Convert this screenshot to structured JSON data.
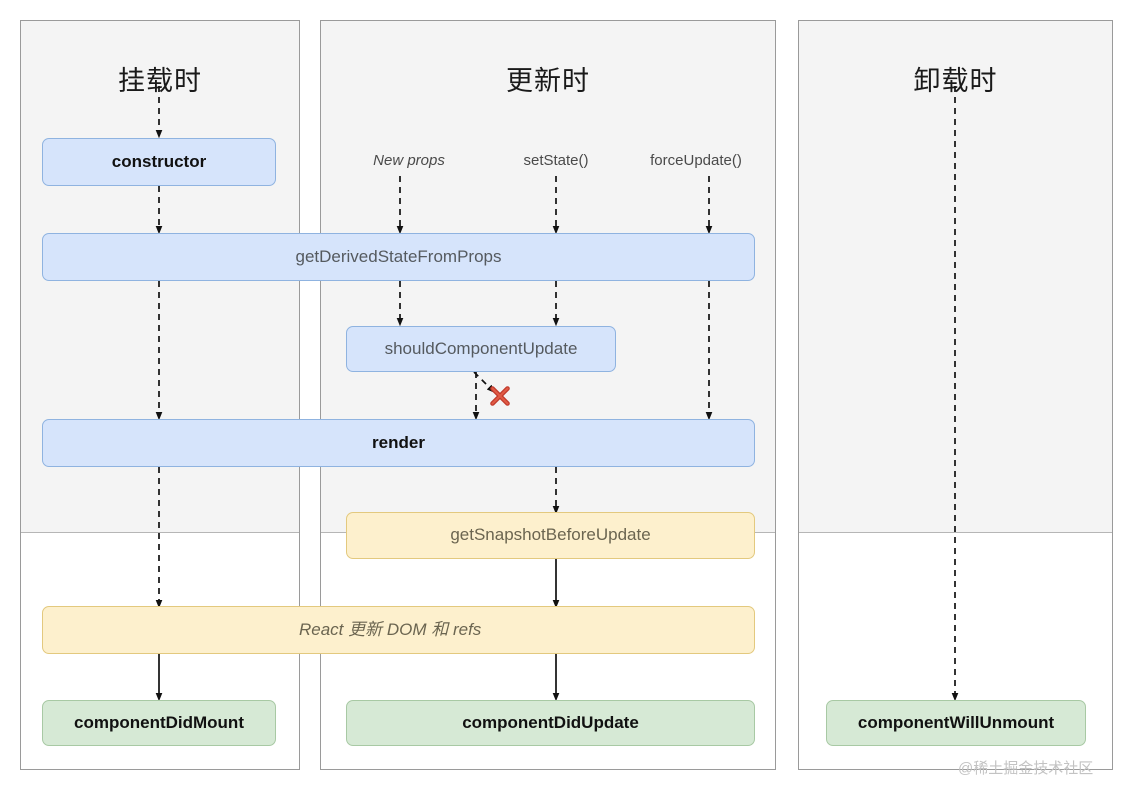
{
  "diagram": {
    "title_mount": "挂载时",
    "title_update": "更新时",
    "title_unmount": "卸载时",
    "watermark": "@稀土掘金技术社区",
    "colors": {
      "blue_fill": "#d6e4fb",
      "blue_stroke": "#8fb3e0",
      "yellow_fill": "#fdf0cd",
      "yellow_stroke": "#e3c97e",
      "green_fill": "#d6e9d5",
      "green_stroke": "#a8c9a4",
      "panel_fill": "#f4f4f4",
      "panel_stroke": "#9a9a9a",
      "x_mark": "#c0392b"
    }
  },
  "triggers": [
    {
      "label": "New props",
      "style": "italic"
    },
    {
      "label": "setState()",
      "style": "normal"
    },
    {
      "label": "forceUpdate()",
      "style": "normal"
    }
  ],
  "nodes": {
    "constructor": "constructor",
    "get_derived_state_from_props": "getDerivedStateFromProps",
    "should_component_update": "shouldComponentUpdate",
    "render": "render",
    "get_snapshot_before_update": "getSnapshotBeforeUpdate",
    "react_updates_dom": "React 更新 DOM 和 refs",
    "component_did_mount": "componentDidMount",
    "component_did_update": "componentDidUpdate",
    "component_will_unmount": "componentWillUnmount"
  },
  "markers": {
    "skip_render": "✖"
  }
}
